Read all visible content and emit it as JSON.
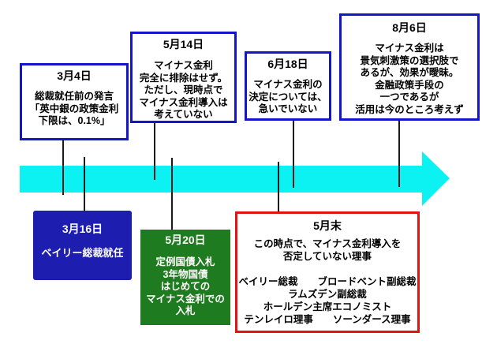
{
  "colors": {
    "background": "#ffffff",
    "arrow": "#0CF2F2",
    "connector": "#1a1a1a",
    "blue_border": "#1414C8",
    "blue_fill": "#1D1DB0",
    "green_fill": "#1F7B1F",
    "red_border": "#E21313",
    "text_dark": "#000000",
    "text_light": "#ffffff"
  },
  "timeline": {
    "above": [
      {
        "date": "3月4日",
        "lines": [
          "総裁就任前の発言",
          "「英中銀の政策金利",
          "下限は、0.1%」"
        ]
      },
      {
        "date": "5月14日",
        "lines": [
          "マイナス金利",
          "完全に排除はせず。",
          "ただし、現時点で",
          "マイナス金利導入は",
          "考えていない"
        ]
      },
      {
        "date": "6月18日",
        "lines": [
          "マイナス金利の",
          "決定については、",
          "急いでいない"
        ]
      },
      {
        "date": "8月6日",
        "lines": [
          "マイナス金利は",
          "景気刺激策の選択肢で",
          "あるが、効果が曖昧。",
          "金融政策手段の",
          "一つであるが",
          "活用は今のところ考えず"
        ]
      }
    ],
    "below": [
      {
        "date": "3月16日",
        "lines": [
          "ベイリー総裁就任"
        ]
      },
      {
        "date": "5月20日",
        "lines": [
          "定例国債入札",
          "3年物国債",
          "はじめての",
          "マイナス金利での",
          "入札"
        ]
      },
      {
        "date": "5月末",
        "lines": [
          "この時点で、マイナス金利導入を",
          "否定していない理事",
          "",
          "ベイリー総裁　　ブロードベント副総裁",
          "ラムズデン副総裁",
          "ホールデン主席エコノミスト",
          "テンレイロ理事　　ソーンダース理事"
        ]
      }
    ]
  }
}
